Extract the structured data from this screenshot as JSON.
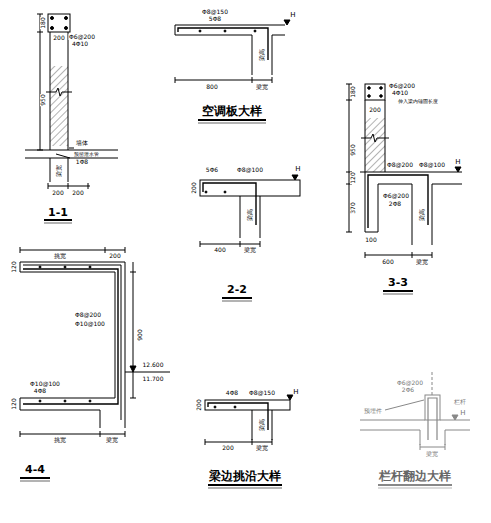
{
  "diagram": {
    "labels": [
      "180",
      "Φ6@200",
      "4Φ10",
      "200",
      "950",
      "墙体",
      "预留泄水管",
      "1Φ8",
      "梁宽",
      "200",
      "200",
      "1-1",
      "Φ8@150",
      "5Φ8",
      "H",
      "梁高",
      "800",
      "梁宽",
      "空调板大样",
      "5Φ6",
      "Φ8@100",
      "H",
      "200",
      "梁高",
      "400",
      "梁宽",
      "2-2",
      "180",
      "Φ6@200",
      "4Φ10",
      "伸入梁内锚固长度",
      "200",
      "950",
      "120",
      "370",
      "Φ8@200",
      "Φ8@100",
      "H",
      "Φ6@200",
      "2Φ8",
      "梁高",
      "100",
      "600",
      "梁宽",
      "3-3",
      "挑宽",
      "200",
      "120",
      "Φ8@200",
      "Φ10@100",
      "900",
      "12.600",
      "11.700",
      "Φ10@100",
      "4Φ8",
      "120",
      "挑宽",
      "梁宽",
      "4-4",
      "4Φ8",
      "Φ8@150",
      "H",
      "200",
      "梁高",
      "200",
      "梁宽",
      "梁边挑沿大样",
      "Φ6@200",
      "2Φ6",
      "栏杆",
      "H",
      "预埋件",
      "梁宽",
      "栏杆翻边大样"
    ]
  }
}
